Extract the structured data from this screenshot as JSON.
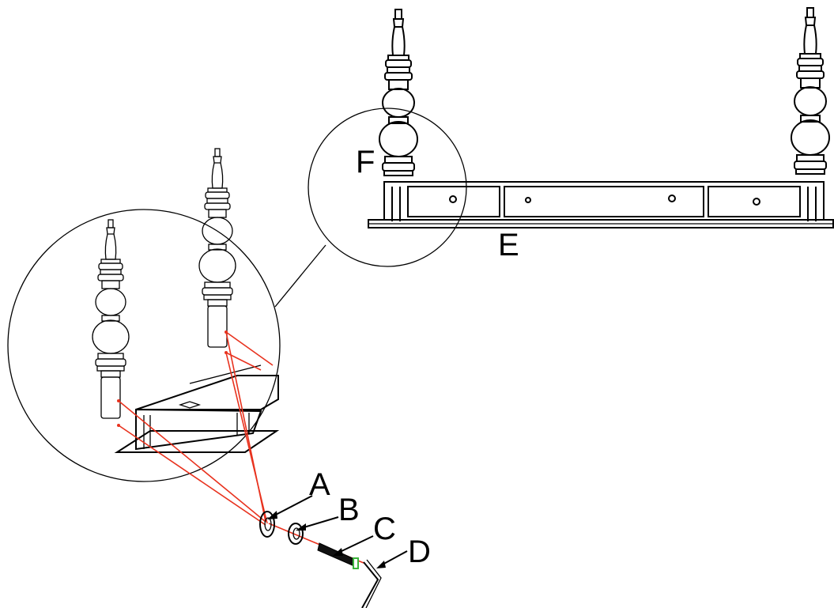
{
  "labels": {
    "A": "A",
    "B": "B",
    "C": "C",
    "D": "D",
    "E": "E",
    "F": "F"
  },
  "colors": {
    "line": "#000000",
    "guide": "#e8321e",
    "highlight": "#3cb43c",
    "background": "#ffffff"
  }
}
